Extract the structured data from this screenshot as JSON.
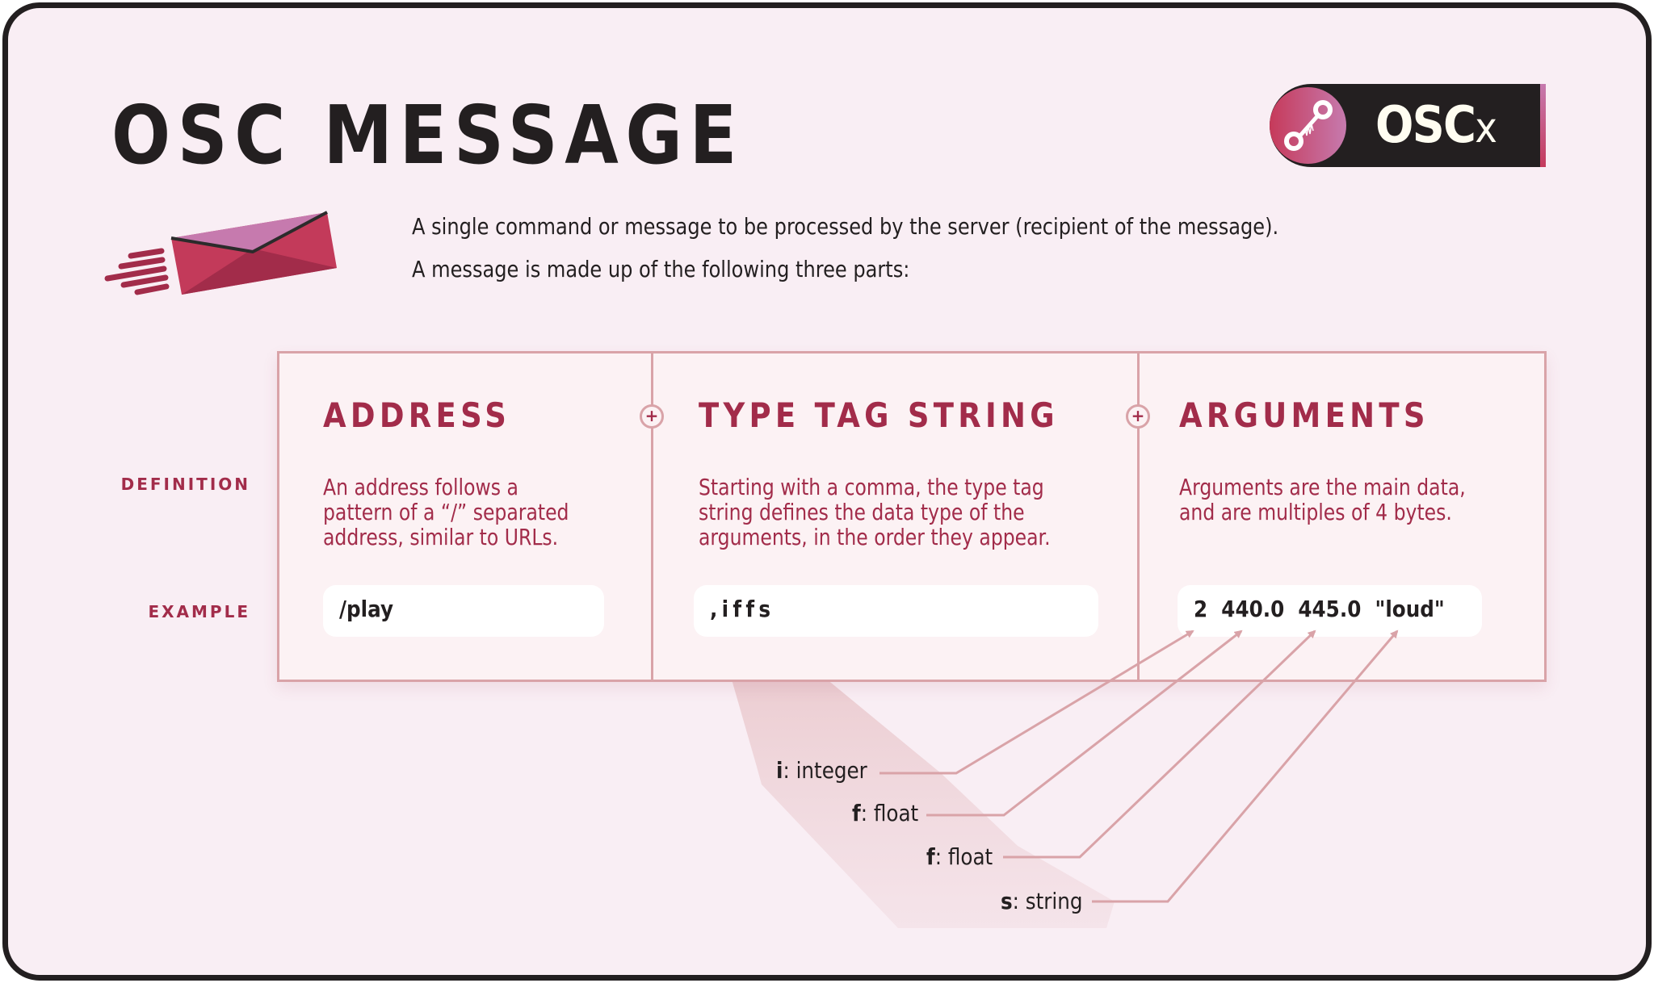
{
  "header": {
    "title": "OSC MESSAGE",
    "logo": {
      "main": "OSC",
      "suffix": "x",
      "icon": "osc-connector-icon"
    }
  },
  "intro": {
    "icon": "envelope-sending-icon",
    "line1": "A single command or message to be processed by the server (recipient of the message).",
    "line2": "A message is made up of the following three parts:"
  },
  "rows": {
    "definition_label": "DEFINITION",
    "example_label": "EXAMPLE"
  },
  "parts": [
    {
      "title": "ADDRESS",
      "definition": "An address follows a\npattern of a “/” separated\naddress, similar to URLs.",
      "example": "/play"
    },
    {
      "title": "TYPE TAG STRING",
      "definition": "Starting with a comma, the type tag\nstring defines the data type of the\narguments, in the order they appear.",
      "example": ",iffs"
    },
    {
      "title": "ARGUMENTS",
      "definition": "Arguments are the main data,\nand are multiples of 4 bytes.",
      "example": "2  440.0  445.0  \"loud\""
    }
  ],
  "connector_symbol": "+",
  "type_tags": [
    {
      "tag": "i",
      "name": ": integer",
      "points_to": "2"
    },
    {
      "tag": "f",
      "name": ": float",
      "points_to": "440.0"
    },
    {
      "tag": "f",
      "name": ": float",
      "points_to": "445.0"
    },
    {
      "tag": "s",
      "name": ": string",
      "points_to": "\"loud\""
    }
  ],
  "colors": {
    "background": "#f9eef4",
    "frame": "#231f20",
    "accent": "#a22c4a",
    "card_border": "#d9a3a8",
    "card_fill": "#fcf2f4",
    "text_dark": "#231f20",
    "envelope_body": "#c33a5a",
    "envelope_flap": "#c67aae"
  }
}
